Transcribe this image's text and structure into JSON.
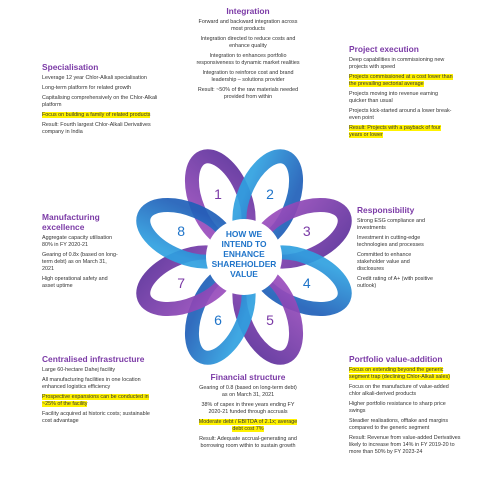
{
  "center_label": [
    "HOW WE",
    "INTEND TO",
    "ENHANCE",
    "SHAREHOLDER",
    "VALUE"
  ],
  "petal_numbers": [
    "1",
    "2",
    "3",
    "4",
    "5",
    "6",
    "7",
    "8"
  ],
  "colors": {
    "heading": "#7b3aa6",
    "blue": "#1f74c9",
    "purple": "#7b3aa6",
    "magenta": "#b3479b",
    "highlight": "#fff200"
  },
  "sections": {
    "integration": {
      "title": "Integration",
      "items": [
        {
          "text": "Forward and backward integration across most products",
          "highlight": false
        },
        {
          "text": "Integration directed to reduce costs and enhance quality",
          "highlight": false
        },
        {
          "text": "Integration to enhances portfolio responsiveness to dynamic market realities",
          "highlight": false
        },
        {
          "text": "Integration to reinforce cost and brand leadership – solutions provider",
          "highlight": false
        },
        {
          "text": "Result: ~50% of the raw materials needed provided from within",
          "highlight": false
        }
      ]
    },
    "project_execution": {
      "title": "Project execution",
      "items": [
        {
          "text": "Deep capabilities in commissioning new projects with speed",
          "highlight": false
        },
        {
          "text": "Projects commissioned at a cost lower than the prevailing sectorial average",
          "highlight": true
        },
        {
          "text": "Projects moving into revenue earning quicker than usual",
          "highlight": false
        },
        {
          "text": "Projects kick-started around a lower break-even point",
          "highlight": false
        },
        {
          "text": "Result: Projects with a payback of four years or lower",
          "highlight": true
        }
      ]
    },
    "specialisation": {
      "title": "Specialisation",
      "items": [
        {
          "text": "Leverage 12 year Chlor-Alkali specialisation",
          "highlight": false
        },
        {
          "text": "Long-term platform for related growth",
          "highlight": false
        },
        {
          "text": "Capitalising comprehensively on the Chlor-Alkali platform",
          "highlight": false
        },
        {
          "text": "Focus on building a family of related products",
          "highlight": true
        },
        {
          "text": "Result: Fourth largest Chlor-Alkali Derivatives company in India",
          "highlight": false
        }
      ]
    },
    "responsibility": {
      "title": "Responsibility",
      "items": [
        {
          "text": "Strong ESG compliance and investments",
          "highlight": false
        },
        {
          "text": "Investment in cutting-edge technologies and processes",
          "highlight": false
        },
        {
          "text": "Committed to enhance stakeholder value and disclosures",
          "highlight": false
        },
        {
          "text": "Credit rating of A+ (with positive outlook)",
          "highlight": false
        }
      ]
    },
    "manufacturing": {
      "title": "Manufacturing excellence",
      "items": [
        {
          "text": "Aggregate capacity utilisation 80% in FY 2020-21",
          "highlight": false
        },
        {
          "text": "Gearing of 0.8x (based on long-term debt) as on March 31, 2021",
          "highlight": false
        },
        {
          "text": "High operational safety and asset uptime",
          "highlight": false
        }
      ]
    },
    "centralised": {
      "title": "Centralised infrastructure",
      "items": [
        {
          "text": "Large 60-hectare Dahej facility",
          "highlight": false
        },
        {
          "text": "All manufacturing facilities in one location enhanced logistics efficiency",
          "highlight": false
        },
        {
          "text": "Prospective expansions can be conducted in ~25% of the facility",
          "highlight": true
        },
        {
          "text": "Facility acquired at historic costs; sustainable cost advantage",
          "highlight": false
        }
      ]
    },
    "financial": {
      "title": "Financial structure",
      "items": [
        {
          "text": "Gearing of 0.8 (based on long-term debt) as on March 31, 2021",
          "highlight": false
        },
        {
          "text": "38% of capex in three years ending FY 2020-21 funded through accruals",
          "highlight": false
        },
        {
          "text": "Moderate debt / EBITDA of 2.1x; average debt cost 7%",
          "highlight": true
        },
        {
          "text": "Result: Adequate accrual-generating and borrowing room within to sustain growth",
          "highlight": false
        }
      ]
    },
    "portfolio": {
      "title": "Portfolio value-addition",
      "items": [
        {
          "text": "Focus on extending beyond the generic segment trap (declining Chlor-Alkali sales)",
          "highlight": true
        },
        {
          "text": "Focus on the manufacture of value-added chlor alkali-derived products",
          "highlight": false
        },
        {
          "text": "Higher portfolio resistance to sharp price swings",
          "highlight": false
        },
        {
          "text": "Steadier realisations, offtake and margins compared to the generic segment",
          "highlight": false
        },
        {
          "text": "Result: Revenue from value-added Derivatives likely to increase from 14% in FY 2019-20 to more than 50% by FY 2023-24",
          "highlight": false
        }
      ]
    }
  }
}
